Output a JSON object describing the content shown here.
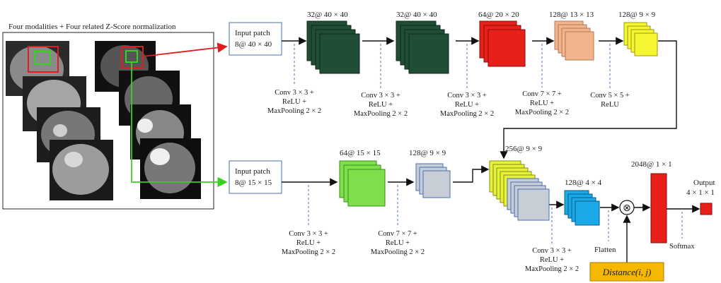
{
  "panel_title": "Four modalities + Four related Z-Score normalization",
  "input_top": {
    "line1": "Input patch",
    "line2": "8@ 40 × 40"
  },
  "input_bottom": {
    "line1": "Input patch",
    "line2": "8@ 15 × 15"
  },
  "top_maps": [
    {
      "label": "32@ 40 × 40",
      "color": "#1f4d35"
    },
    {
      "label": "32@ 40 × 40",
      "color": "#1f4d35"
    },
    {
      "label": "64@ 20 × 20",
      "color": "#e8201a"
    },
    {
      "label": "128@ 13 × 13",
      "color": "#f2b38d"
    },
    {
      "label": "128@ 9 × 9",
      "color": "#f5f531"
    }
  ],
  "top_ops": [
    {
      "l1": "Conv 3 × 3 +",
      "l2": "ReLU +",
      "l3": "MaxPooling 2 × 2"
    },
    {
      "l1": "Conv 3 × 3 +",
      "l2": "ReLU +",
      "l3": "MaxPooling 2 × 2"
    },
    {
      "l1": "Conv 3 × 3 +",
      "l2": "ReLU +",
      "l3": "MaxPooling 2 × 2"
    },
    {
      "l1": "Conv 7 × 7 +",
      "l2": "ReLU +",
      "l3": "MaxPooling 2 × 2"
    },
    {
      "l1": "Conv 5 × 5 +",
      "l2": "ReLU",
      "l3": ""
    }
  ],
  "bottom_maps": [
    {
      "label": "64@ 15 × 15",
      "color": "#7de04a"
    },
    {
      "label": "128@ 9 × 9",
      "color": "#c8ced6"
    },
    {
      "label": "256@ 9 × 9",
      "color": "#e6f23a"
    },
    {
      "label": "128@ 4 × 4",
      "color": "#1aa8e8"
    }
  ],
  "bottom_ops": [
    {
      "l1": "Conv 3 × 3 +",
      "l2": "ReLU +",
      "l3": "MaxPooling 2 × 2"
    },
    {
      "l1": "Conv 7 × 7 +",
      "l2": "ReLU +",
      "l3": "MaxPooling 2 × 2"
    },
    {
      "l1": "Conv 3 × 3 +",
      "l2": "ReLU +",
      "l3": "MaxPooling 2 × 2"
    }
  ],
  "flatten_label": "Flatten",
  "fc_label": "2048@ 1 × 1",
  "softmax_label": "Softmax",
  "output": {
    "line1": "Output",
    "line2": "4 × 1 × 1"
  },
  "distance_label": "Distance(i, j)",
  "multiply_symbol": "⊗",
  "colors": {
    "fc": "#e8201a",
    "distance_bg": "#f5b800",
    "green_arrow": "#39d11f",
    "red_arrow": "#e01c1c"
  }
}
